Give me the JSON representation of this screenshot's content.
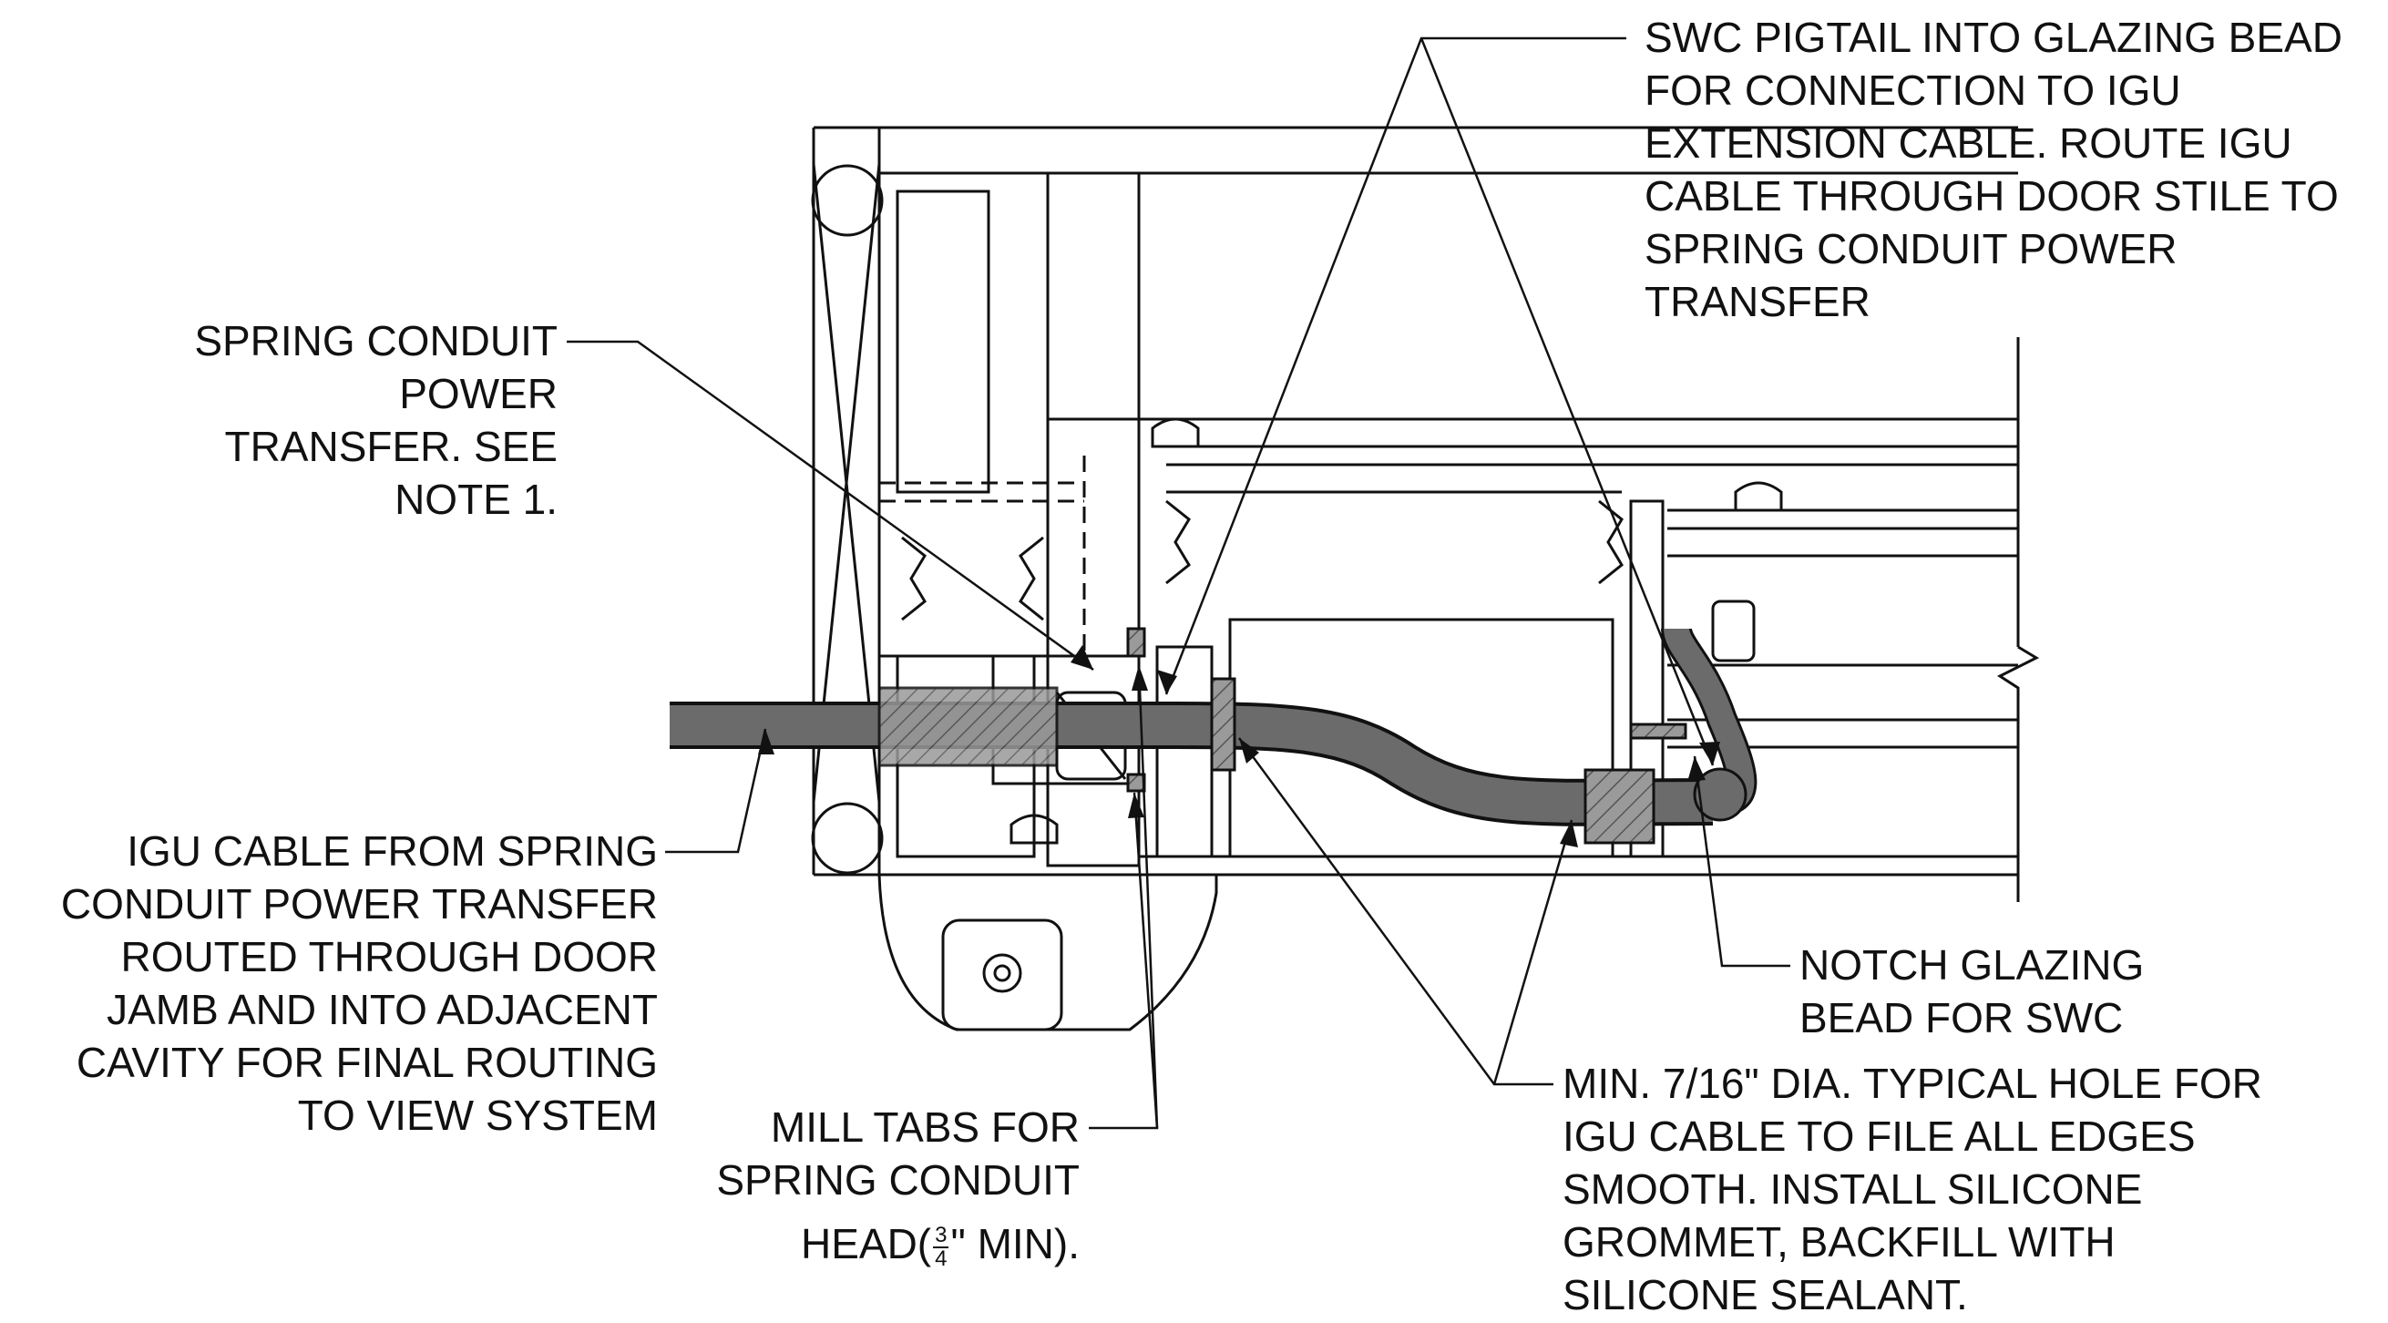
{
  "callouts": {
    "swc_pigtail": [
      "SWC PIGTAIL INTO GLAZING BEAD",
      "FOR CONNECTION TO IGU",
      "EXTENSION CABLE. ROUTE IGU",
      "CABLE THROUGH DOOR STILE TO",
      "SPRING CONDUIT POWER",
      "TRANSFER"
    ],
    "spring_conduit": [
      "SPRING CONDUIT",
      "POWER",
      "TRANSFER. SEE",
      "NOTE 1."
    ],
    "igu_cable": [
      "IGU CABLE FROM SPRING",
      "CONDUIT POWER TRANSFER",
      "ROUTED THROUGH DOOR",
      "JAMB AND INTO ADJACENT",
      "CAVITY FOR FINAL ROUTING",
      "TO VIEW SYSTEM"
    ],
    "mill_tabs": {
      "lines": [
        "MILL TABS FOR",
        "SPRING CONDUIT"
      ],
      "head_prefix": "HEAD(",
      "frac_num": "3",
      "frac_den": "4",
      "head_suffix": "\" MIN)."
    },
    "notch": [
      "NOTCH GLAZING",
      "BEAD FOR SWC"
    ],
    "min_hole": [
      "MIN. 7/16\" DIA. TYPICAL HOLE FOR",
      "IGU CABLE TO FILE ALL EDGES",
      "SMOOTH. INSTALL SILICONE",
      "GROMMET, BACKFILL WITH",
      "SILICONE SEALANT."
    ]
  },
  "colors": {
    "line": "#111111",
    "cable": "#6b6b6b",
    "hatch": "#8a8a8a"
  }
}
